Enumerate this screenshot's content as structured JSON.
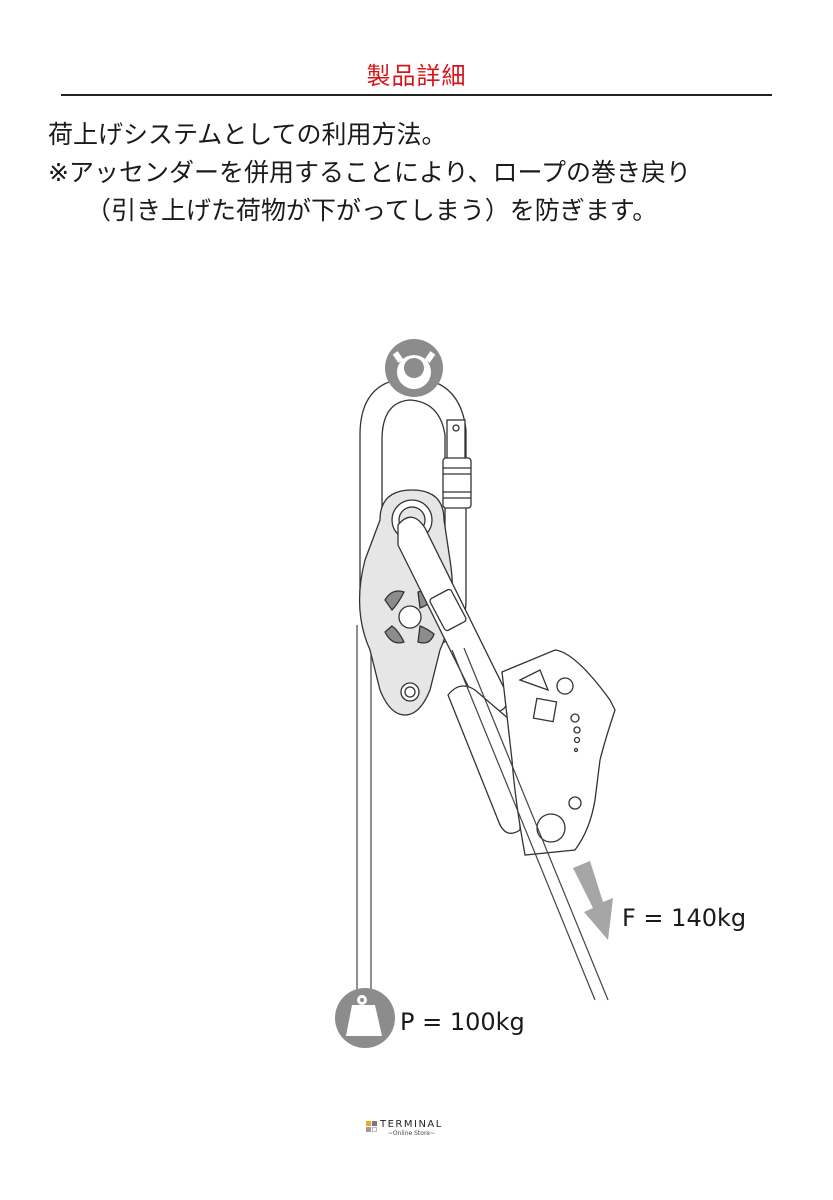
{
  "header": {
    "title": "製品詳細",
    "title_color": "#d7141a"
  },
  "description": {
    "lines": [
      "荷上げシステムとしての利用方法。",
      "※アッセンダーを併用することにより、ロープの巻き戻り",
      "（引き上げた荷物が下がってしまう）を防ぎます。"
    ]
  },
  "diagram": {
    "components": [
      "anchor-icon",
      "carabiner",
      "pulley",
      "ascender",
      "rope",
      "force-arrow",
      "weight-icon"
    ],
    "force_label": "F = 140kg",
    "load_label": "P = 100kg",
    "icon_gray": "#8c8c8c",
    "line_color": "#333333"
  },
  "footer": {
    "brand": "TERMINAL",
    "subtitle": "~Online Store~",
    "logo_colors": [
      "#f5a623",
      "#7a7a7a",
      "#9a9a9a",
      "#ffffff"
    ]
  }
}
